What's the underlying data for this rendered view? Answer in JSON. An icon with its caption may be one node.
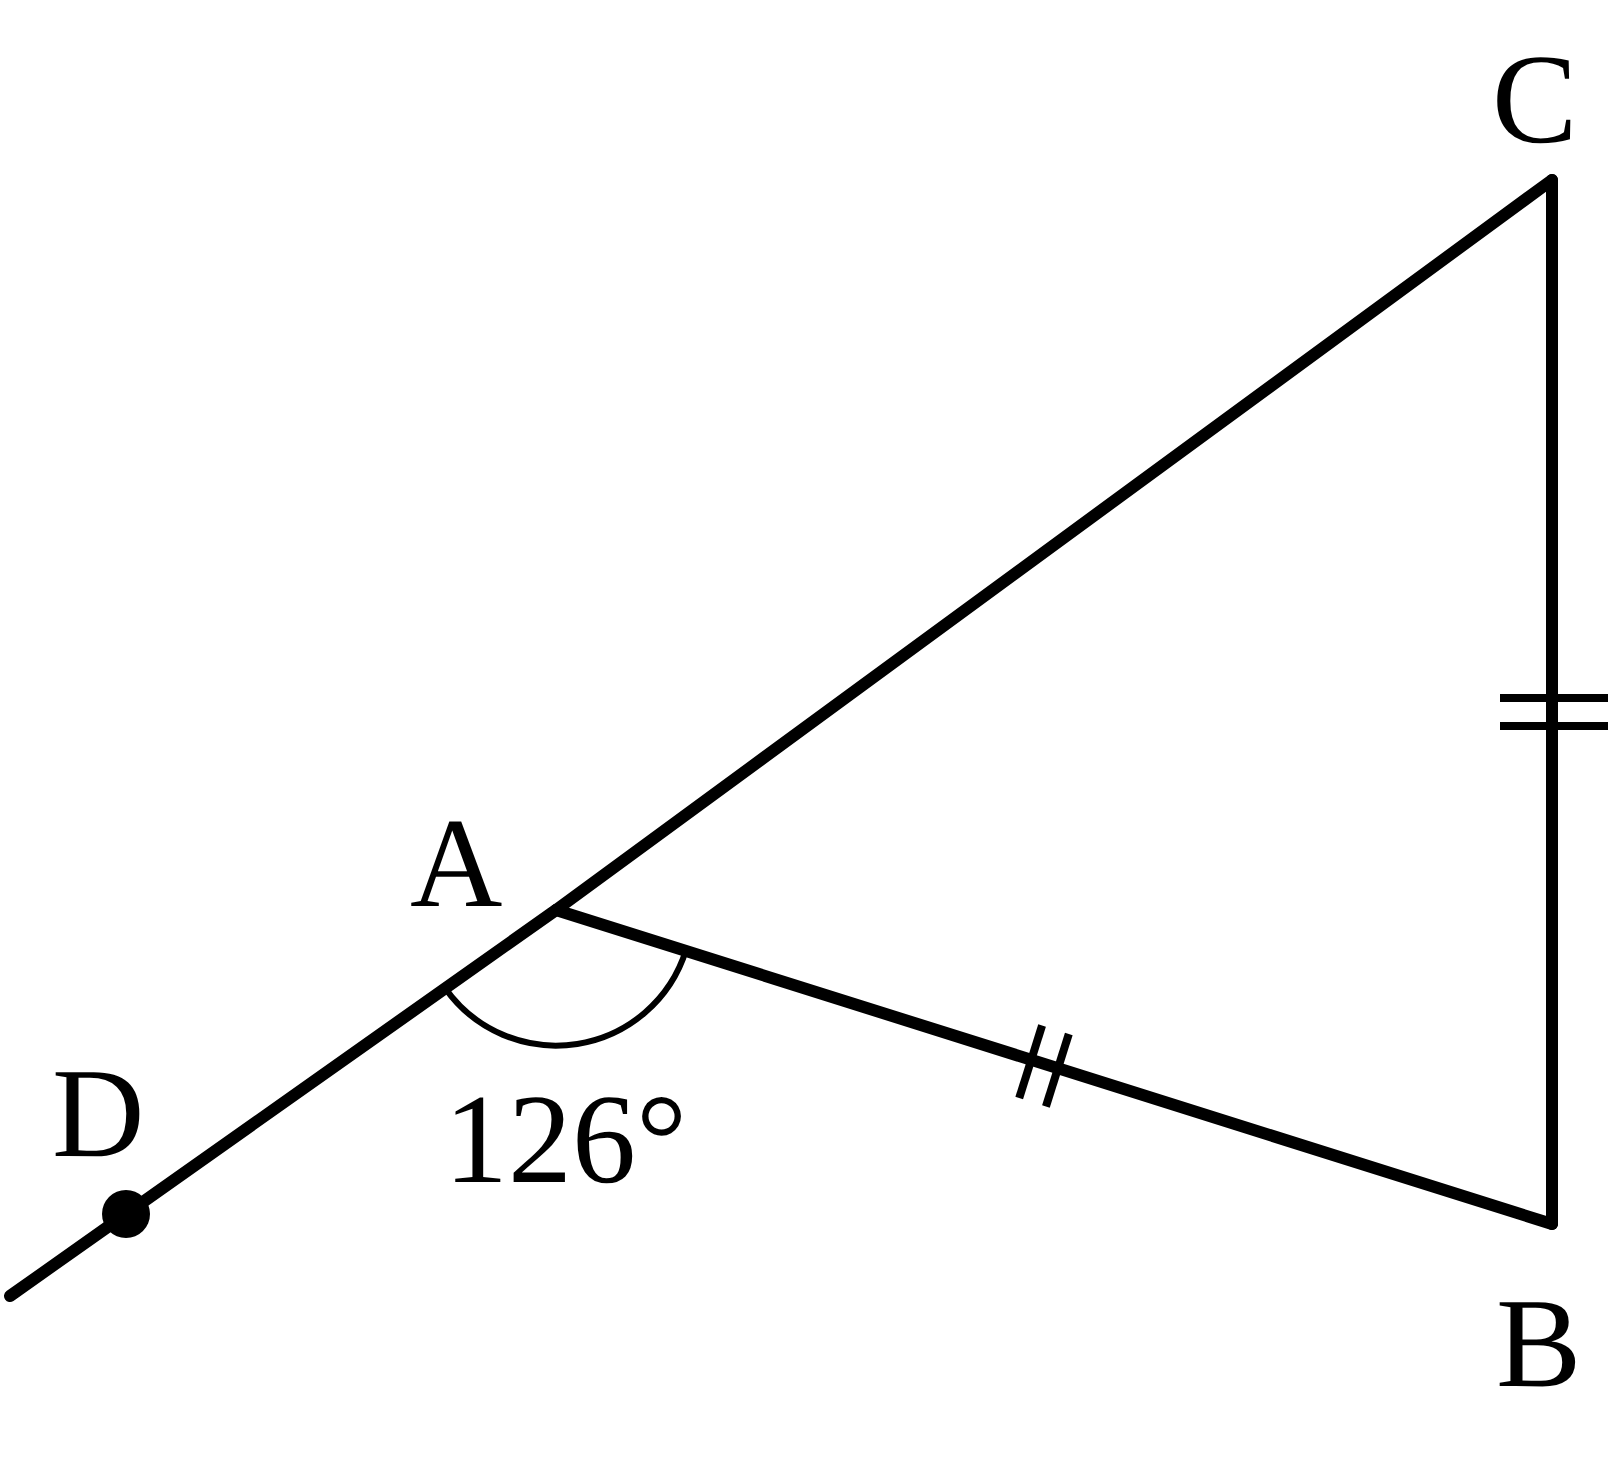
{
  "diagram": {
    "nodes": [
      {
        "text": [
          "A"
        ]
      },
      {
        "text": [
          "B"
        ]
      },
      {
        "text": [
          "C"
        ]
      },
      {
        "text": [
          "D"
        ]
      }
    ],
    "edges": [
      {
        "from": 0,
        "to": 2,
        "arrow": "none"
      },
      {
        "from": 2,
        "to": 1,
        "arrow": "none"
      },
      {
        "from": 1,
        "to": 0,
        "arrow": "none"
      },
      {
        "from": 0,
        "to": 3,
        "arrow": "none"
      },
      {
        "from": 3,
        "to": null,
        "arrow": "none"
      }
    ],
    "labels": [
      "126°"
    ]
  }
}
